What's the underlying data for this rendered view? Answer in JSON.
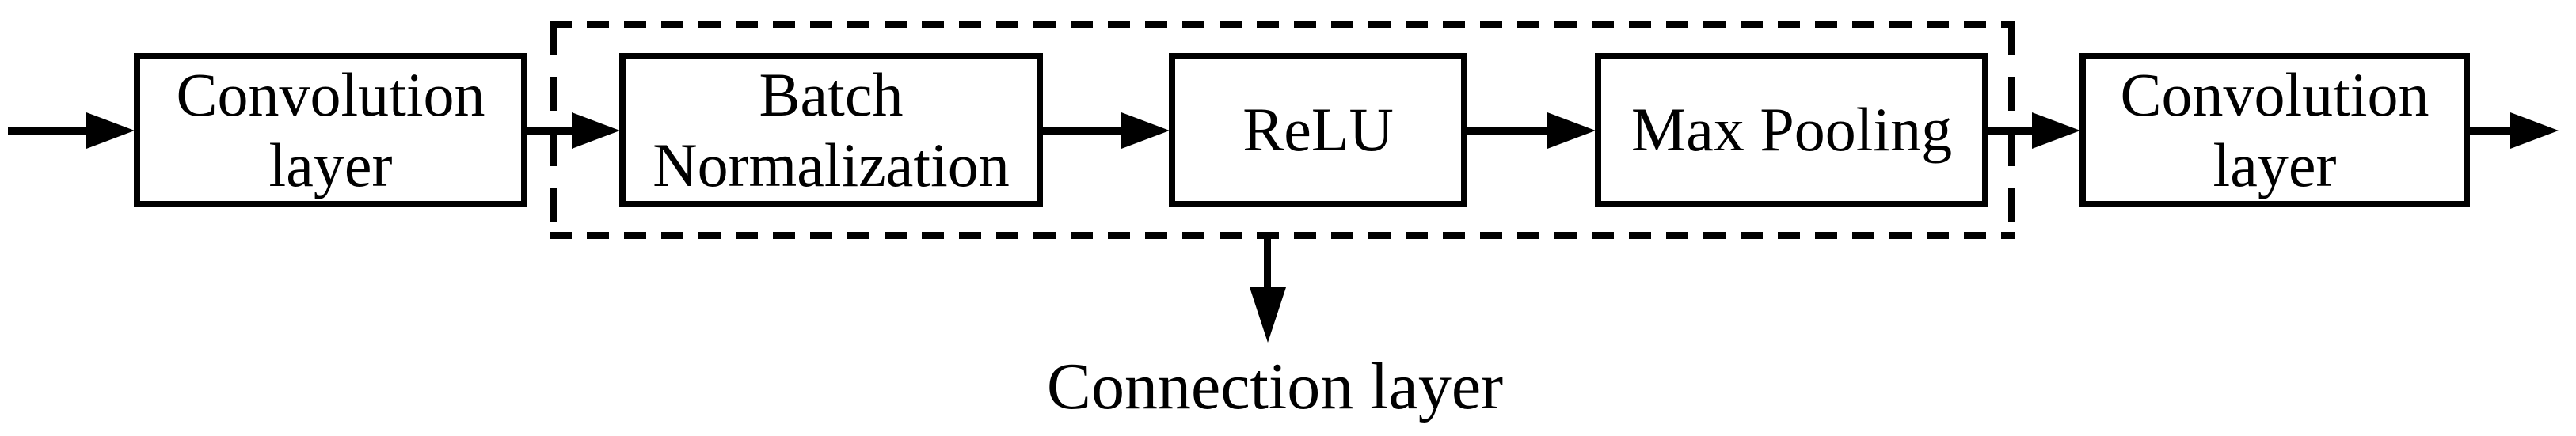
{
  "diagram": {
    "background_color": "#ffffff",
    "line_color": "#000000",
    "nodes": [
      {
        "id": "conv-layer-1",
        "label": "Convolution\nlayer",
        "shape": "rect",
        "border": "solid"
      },
      {
        "id": "batch-normalization",
        "label": "Batch\nNormalization",
        "shape": "rect",
        "border": "solid"
      },
      {
        "id": "relu",
        "label": "ReLU",
        "shape": "rect",
        "border": "solid"
      },
      {
        "id": "max-pooling",
        "label": "Max Pooling",
        "shape": "rect",
        "border": "solid"
      },
      {
        "id": "conv-layer-2",
        "label": "Convolution\nlayer",
        "shape": "rect",
        "border": "solid"
      }
    ],
    "group_box": {
      "border": "dashed",
      "contains": [
        "batch-normalization",
        "relu",
        "max-pooling"
      ],
      "callout_label": "Connection layer"
    },
    "edges": [
      {
        "from": "input",
        "to": "conv-layer-1",
        "direction": "right"
      },
      {
        "from": "conv-layer-1",
        "to": "batch-normalization",
        "direction": "right"
      },
      {
        "from": "batch-normalization",
        "to": "relu",
        "direction": "right"
      },
      {
        "from": "relu",
        "to": "max-pooling",
        "direction": "right"
      },
      {
        "from": "max-pooling",
        "to": "conv-layer-2",
        "direction": "right"
      },
      {
        "from": "conv-layer-2",
        "to": "output",
        "direction": "right"
      },
      {
        "from": "group-box",
        "to": "connection-layer-label",
        "direction": "down"
      }
    ]
  }
}
